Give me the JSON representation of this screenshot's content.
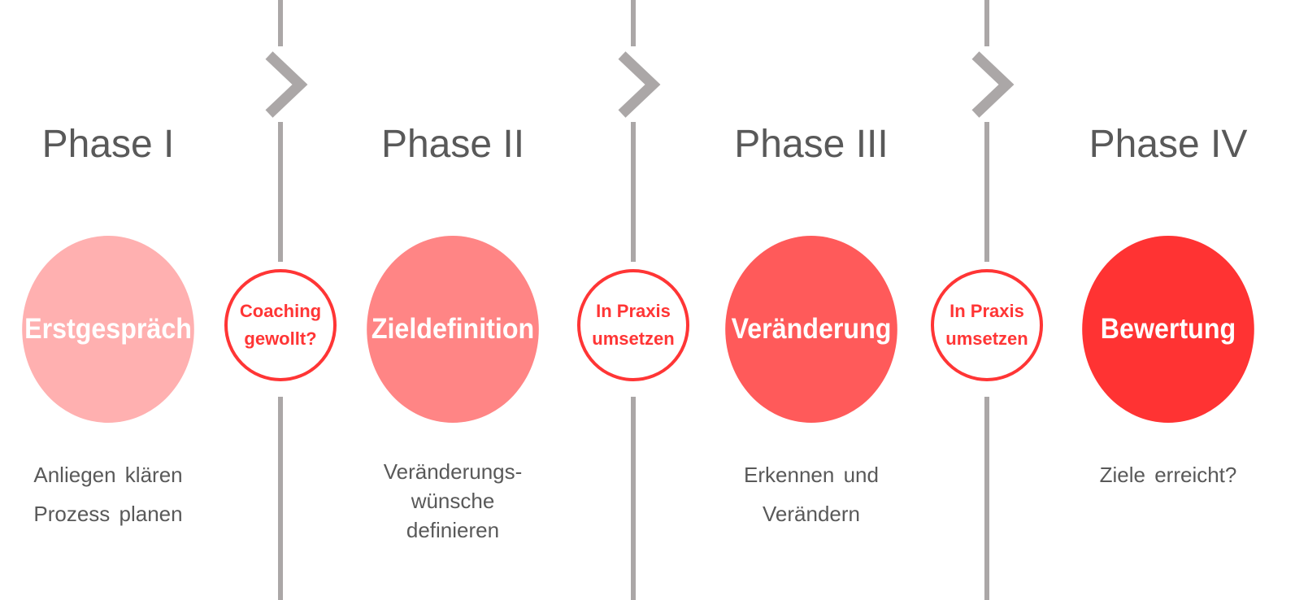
{
  "phases": [
    {
      "title": "Phase I",
      "circle": "Erstgespräch",
      "color": "#FFB0B0",
      "desc": [
        "Anliegen klären",
        "Prozess planen"
      ]
    },
    {
      "title": "Phase II",
      "circle": "Zieldefinition",
      "color": "#FF8585",
      "desc": [
        "Veränderungs-",
        "wünsche",
        "definieren"
      ]
    },
    {
      "title": "Phase III",
      "circle": "Veränderung",
      "color": "#FF5A5A",
      "desc": [
        "Erkennen und",
        "Verändern"
      ]
    },
    {
      "title": "Phase IV",
      "circle": "Bewertung",
      "color": "#FF3333",
      "desc": [
        "Ziele erreicht?"
      ]
    }
  ],
  "transitions": [
    {
      "line1": "Coaching",
      "line2": "gewollt?"
    },
    {
      "line1": "In Praxis",
      "line2": "umsetzen"
    },
    {
      "line1": "In Praxis",
      "line2": "umsetzen"
    }
  ],
  "colors": {
    "accent": "#FF3535",
    "divider": "#ABA7A7",
    "text": "#595959"
  }
}
